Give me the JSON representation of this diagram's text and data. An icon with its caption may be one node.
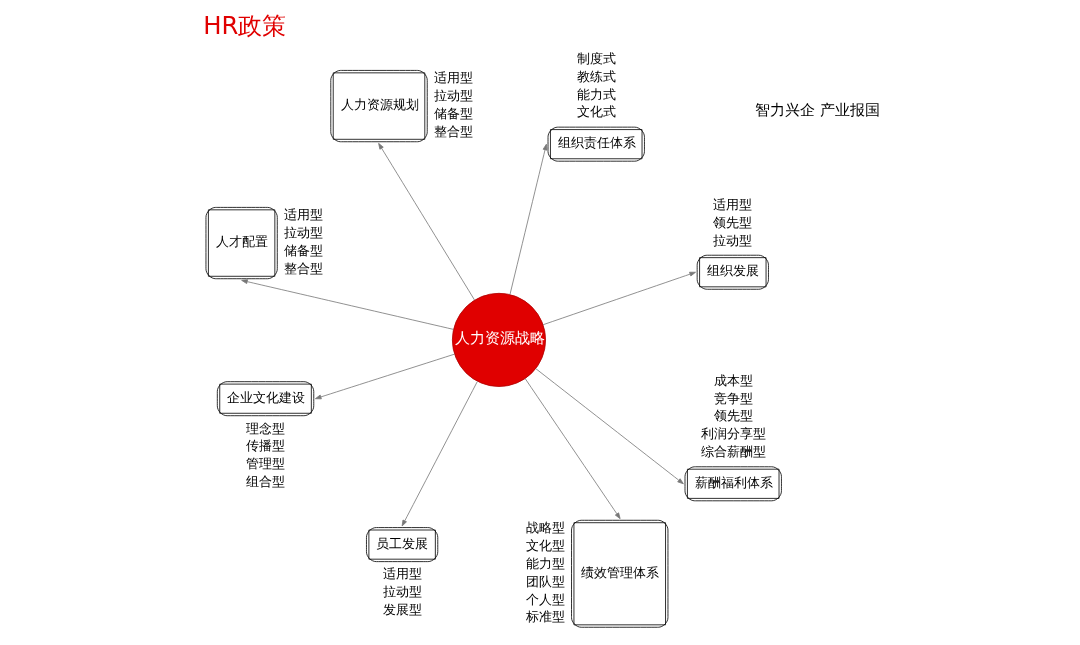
{
  "diagram": {
    "title": "HR政策",
    "nodes": [
      {
        "text": [
          "人力资源战略"
        ]
      },
      {
        "text": [
          "组织发展"
        ],
        "beside": [
          "适用型",
          "领先型",
          "拉动型"
        ]
      },
      {
        "text": [
          "组织责任体系"
        ],
        "beside": [
          "制度式",
          "教练式",
          "能力式",
          "文化式"
        ]
      },
      {
        "text": [
          "人力资源规划"
        ],
        "beside": [
          "适用型",
          "拉动型",
          "储备型",
          "整合型"
        ]
      },
      {
        "text": [
          "人才配置"
        ],
        "beside": [
          "适用型",
          "拉动型",
          "储备型",
          "整合型"
        ]
      },
      {
        "text": [
          "企业文化建设"
        ],
        "beside": [
          "理念型",
          "传播型",
          "管理型",
          "组合型"
        ]
      },
      {
        "text": [
          "员工发展"
        ],
        "beside": [
          "适用型",
          "拉动型",
          "发展型"
        ]
      },
      {
        "text": [
          "绩效管理体系"
        ],
        "beside": [
          "战略型",
          "文化型",
          "能力型",
          "团队型",
          "个人型",
          "标准型"
        ]
      },
      {
        "text": [
          "薪酬福利体系"
        ],
        "beside": [
          "成本型",
          "竞争型",
          "领先型",
          "利润分享型",
          "综合薪酬型"
        ]
      }
    ],
    "edges": [
      {
        "from": 0,
        "to": 1,
        "arrow": "to"
      },
      {
        "from": 0,
        "to": 2,
        "arrow": "to"
      },
      {
        "from": 0,
        "to": 3,
        "arrow": "to"
      },
      {
        "from": 0,
        "to": 4,
        "arrow": "to"
      },
      {
        "from": 0,
        "to": 5,
        "arrow": "to"
      },
      {
        "from": 0,
        "to": 6,
        "arrow": "to"
      },
      {
        "from": 0,
        "to": 7,
        "arrow": "to"
      },
      {
        "from": 0,
        "to": 8,
        "arrow": "to"
      }
    ],
    "labels": [
      "智力兴企 产业报国"
    ]
  }
}
